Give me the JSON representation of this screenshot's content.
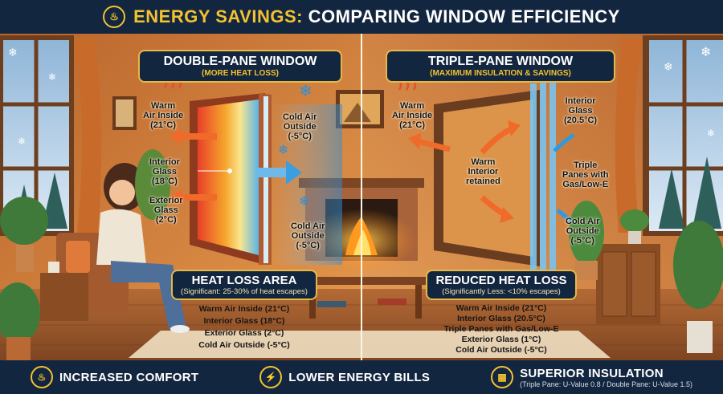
{
  "header": {
    "title_accent": "ENERGY SAVINGS:",
    "title_rest": " COMPARING WINDOW EFFICIENCY",
    "icon": "heater-icon"
  },
  "left": {
    "title": "DOUBLE-PANE WINDOW",
    "subtitle": "(MORE HEAT LOSS)",
    "warm_air_inside": [
      "Warm",
      "Air Inside",
      "(21°C)"
    ],
    "interior_glass": [
      "Interior",
      "Glass",
      "(18°C)"
    ],
    "exterior_glass": [
      "Exterior",
      "Glass",
      "(2°C)"
    ],
    "cold_air_top": [
      "Cold Air",
      "Outside",
      "(-5°C)"
    ],
    "cold_air_bottom": [
      "Cold Air",
      "Outside",
      "(-5°C)"
    ],
    "info_title": "HEAT LOSS AREA",
    "info_subtitle": "(Significant: 25-30% of heat escapes)",
    "info_list": [
      "Warm Air Inside (21°C)",
      "Interior Glass (18°C)",
      "Exterior Glass (2°C)",
      "Cold Air Outside (-5°C)"
    ]
  },
  "right": {
    "title": "TRIPLE-PANE WINDOW",
    "subtitle": "(MAXIMUM INSULATION & SAVINGS)",
    "warm_air_inside": [
      "Warm",
      "Air Inside",
      "(21°C)"
    ],
    "interior_glass": [
      "Interior",
      "Glass",
      "(20.5°C)"
    ],
    "warm_retained": [
      "Warm",
      "Interior",
      "retained"
    ],
    "triple_panes": [
      "Triple",
      "Panes with",
      "Gas/Low-E"
    ],
    "cold_air": [
      "Cold Air",
      "Outside",
      "(-5°C)"
    ],
    "info_title": "REDUCED HEAT LOSS",
    "info_subtitle": "(Significantly Less: <10% escapes)",
    "info_list": [
      "Warm Air Inside (21°C)",
      "Interior Glass (20.5°C)",
      "Triple Panes with Gas/Low-E",
      "Exterior Glass (1°C)",
      "Cold Air Outside (-5°C)"
    ]
  },
  "footer": {
    "items": [
      {
        "label": "INCREASED COMFORT",
        "icon": "heater-icon"
      },
      {
        "label": "LOWER ENERGY BILLS",
        "icon": "lightning-icon"
      },
      {
        "label": "SUPERIOR INSULATION",
        "icon": "insulation-icon",
        "note": "(Triple Pane: U-Value 0.8 / Double Pane: U-Value 1.5)"
      }
    ]
  },
  "colors": {
    "accent": "#f2c230",
    "navy": "#13263f",
    "warm": "#f06a2a",
    "cold": "#2d9be0"
  }
}
